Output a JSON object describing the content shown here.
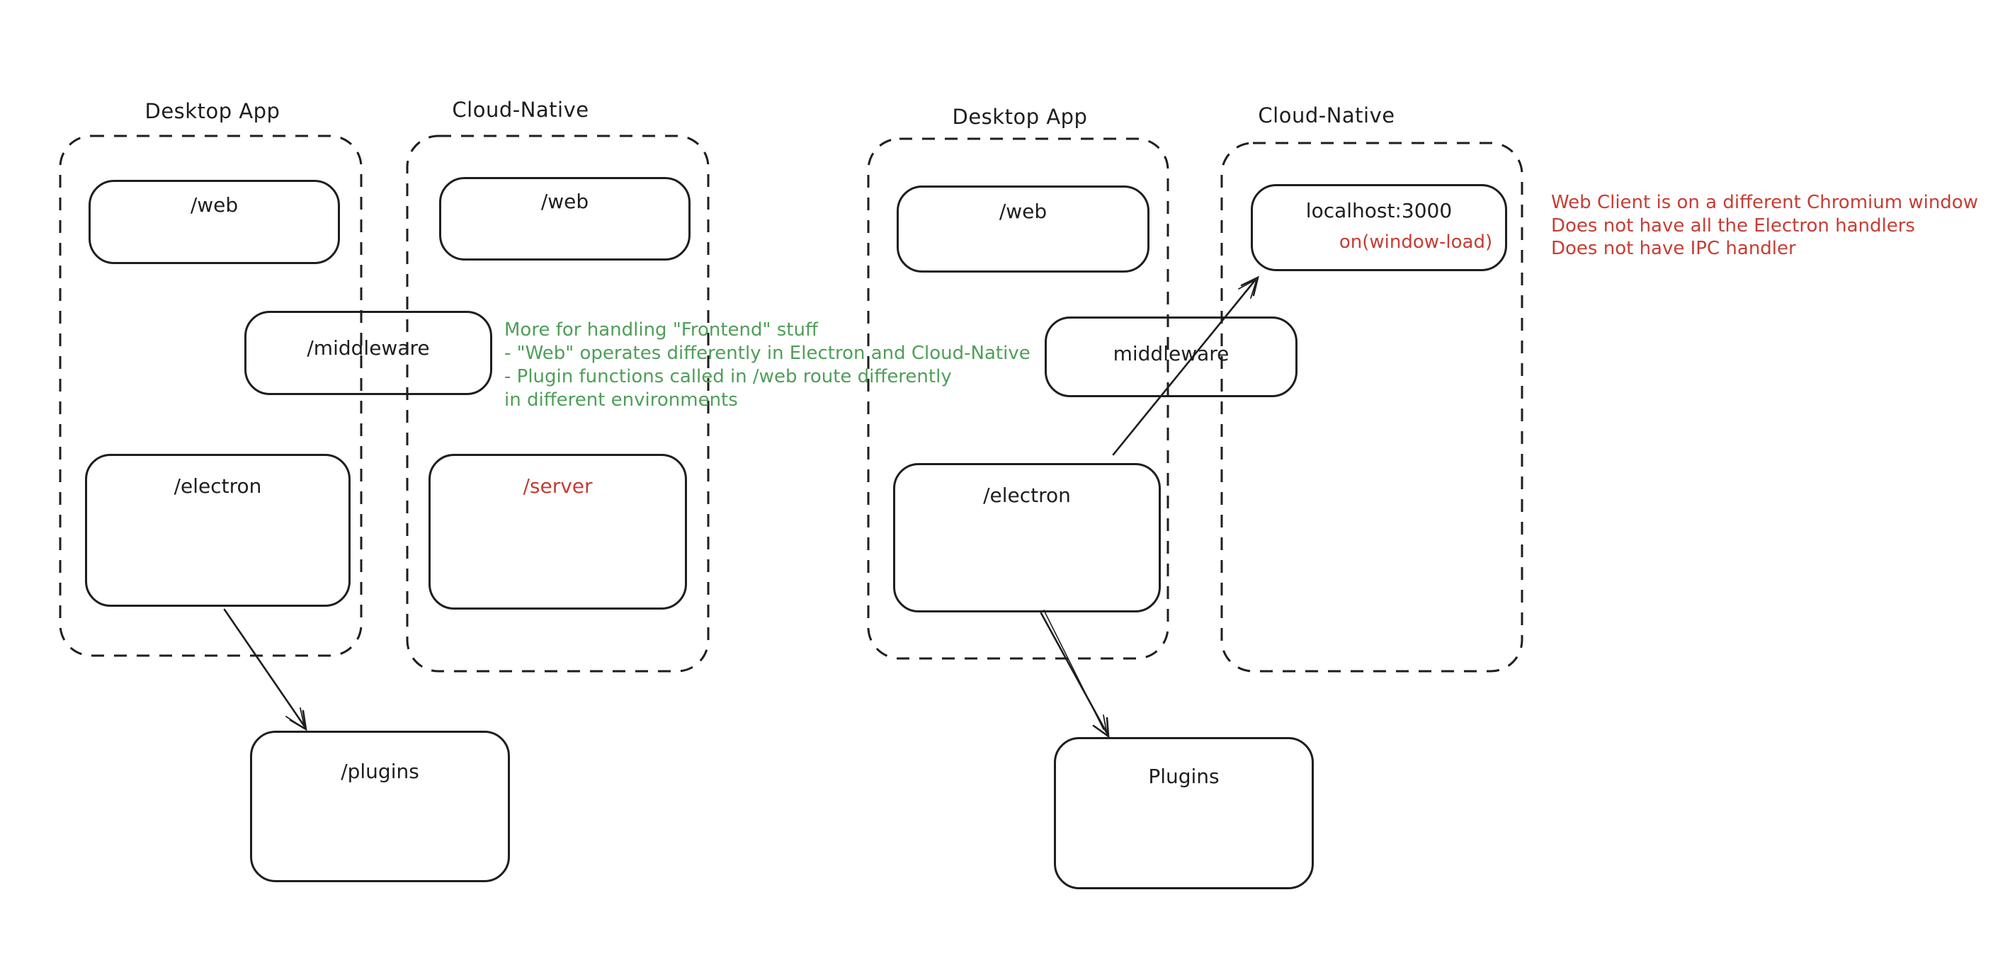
{
  "palette": {
    "stroke_black": "#1e1e1e",
    "annotation_green": "#4f9e58",
    "annotation_red": "#c63d33",
    "background": "#ffffff"
  },
  "left_diagram": {
    "desktop_container_label": "Desktop App",
    "cloud_container_label": "Cloud-Native",
    "nodes": {
      "web_desktop": {
        "label": "/web"
      },
      "web_cloud": {
        "label": "/web"
      },
      "middleware": {
        "label": "/middleware"
      },
      "electron": {
        "label": "/electron"
      },
      "server": {
        "label": "/server"
      },
      "plugins": {
        "label": "/plugins"
      }
    },
    "green_note": {
      "lines": [
        "More for handling \"Frontend\" stuff",
        "- \"Web\" operates differently in Electron and Cloud-Native",
        "- Plugin functions called in /web route differently",
        "in different environments"
      ]
    }
  },
  "right_diagram": {
    "desktop_container_label": "Desktop App",
    "cloud_container_label": "Cloud-Native",
    "nodes": {
      "web_desktop": {
        "label": "/web"
      },
      "localhost": {
        "label": "localhost:3000",
        "sub_label": "on(window-load)"
      },
      "middleware": {
        "label": "middleware"
      },
      "electron": {
        "label": "/electron"
      },
      "plugins": {
        "label": "Plugins"
      }
    },
    "red_note": {
      "lines": [
        "Web Client is on a different Chromium window",
        "Does not have all the Electron handlers",
        "Does not have IPC handler"
      ]
    }
  }
}
